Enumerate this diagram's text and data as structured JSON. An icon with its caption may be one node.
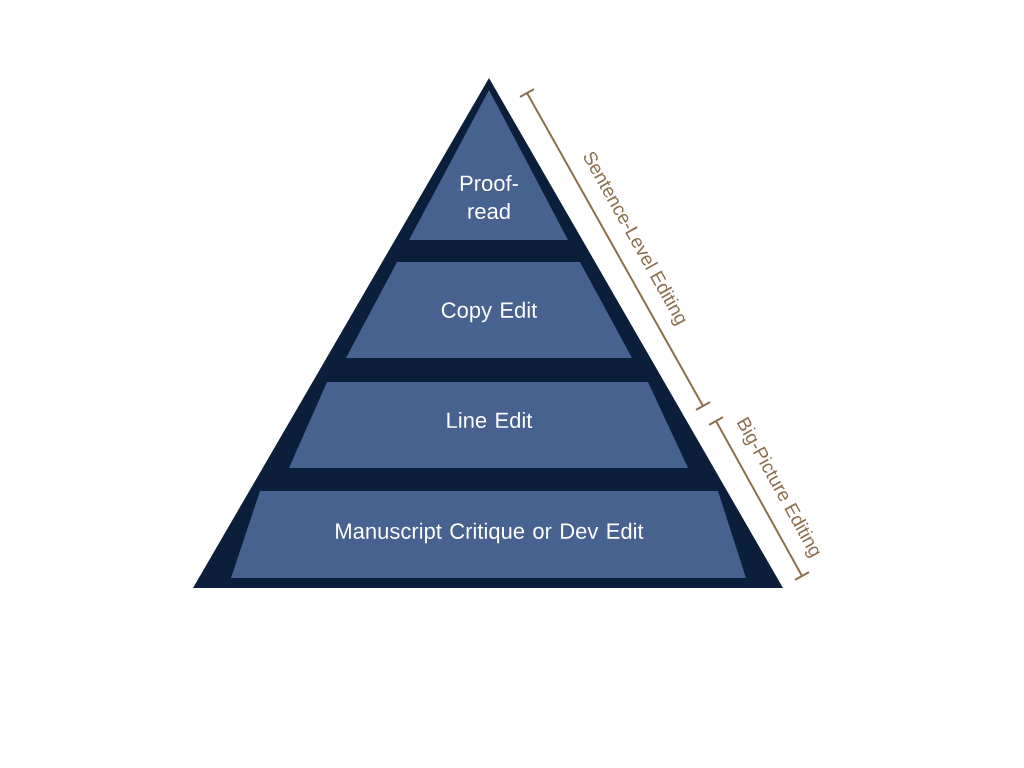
{
  "diagram": {
    "nodes": [
      {
        "text": [
          "Proof-read"
        ]
      },
      {
        "text": [
          "Copy Edit"
        ]
      },
      {
        "text": [
          "Line Edit"
        ]
      },
      {
        "text": [
          "Manuscript Critique or Dev Edit"
        ]
      }
    ],
    "labels": [
      "Sentence-Level Editing",
      "Big-Picture Editing"
    ]
  }
}
